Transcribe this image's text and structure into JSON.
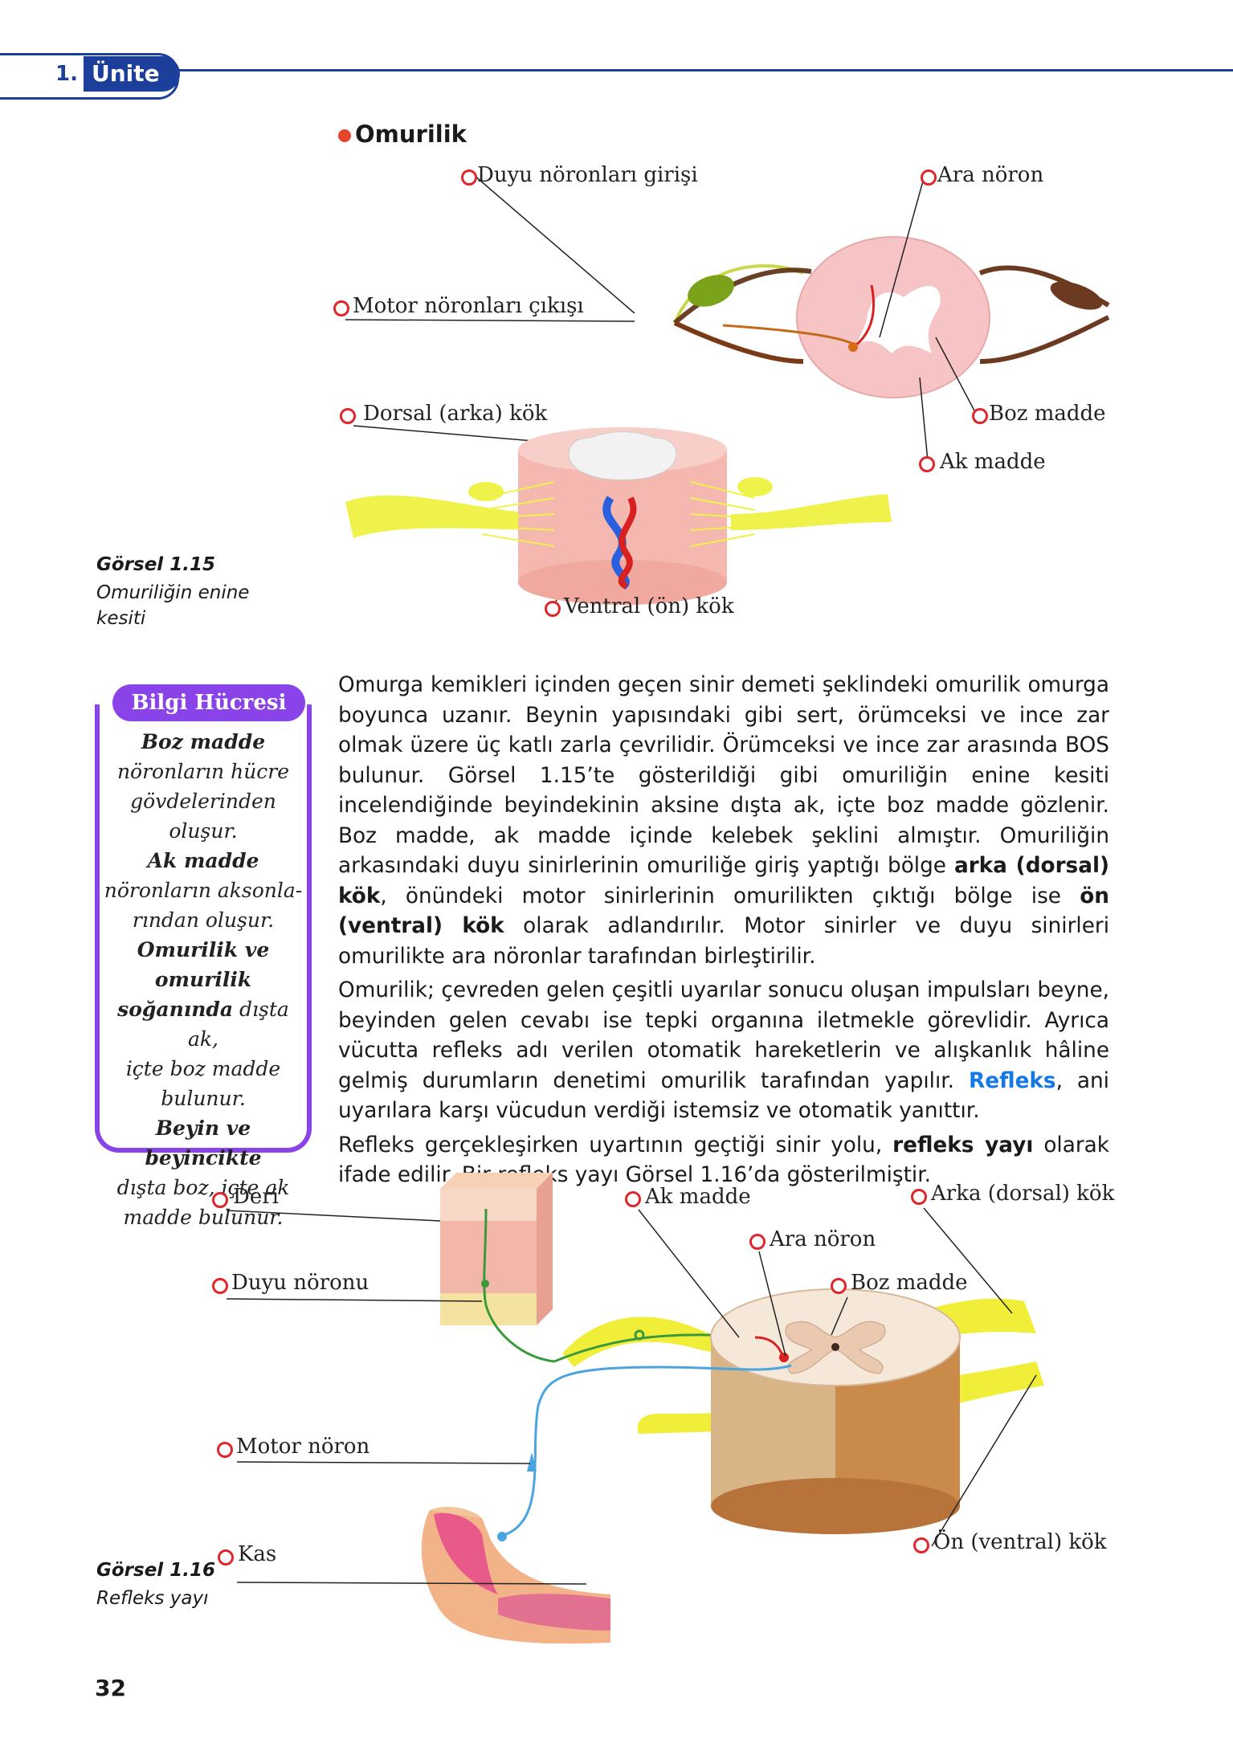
{
  "header": {
    "unit_number": "1.",
    "unit_name": "Ünite"
  },
  "section": {
    "title": "Omurilik"
  },
  "figure1": {
    "labels": {
      "sensory_input": "Duyu nöronları girişi",
      "interneuron": "Ara nöron",
      "motor_output": "Motor nöronları çıkışı",
      "dorsal_root": "Dorsal (arka) kök",
      "gray_matter": "Boz madde",
      "white_matter": "Ak madde",
      "ventral_root": "Ventral (ön) kök"
    },
    "caption_title": "Görsel 1.15",
    "caption_line1": "Omuriliğin enine",
    "caption_line2": "kesiti"
  },
  "info": {
    "heading": "Bilgi Hücresi",
    "b1": "Boz madde",
    "t1a": "nöronların hücre",
    "t1b": "gövdelerinden",
    "t1c": "oluşur.",
    "b2": "Ak madde",
    "t2a": "nöronların aksonla-",
    "t2b": "rından oluşur.",
    "b3a": "Omurilik ve omurilik",
    "b3b": "soğanında",
    "t3a": " dışta ak,",
    "t3b": "içte boz madde",
    "t3c": "bulunur.",
    "b4": "Beyin ve beyincikte",
    "t4a": "dışta boz, içte ak",
    "t4b": "madde bulunur."
  },
  "main": {
    "p1a": "Omurga kemikleri içinden geçen sinir demeti şeklindeki omurilik omurga boyunca uzanır. Beynin yapısındaki gibi sert, örümceksi ve ince zar olmak üzere üç katlı zarla çevrilidir. Örümceksi ve ince zar arasında BOS bulunur. Görsel 1.15’te gösterildiği gibi omuriliğin enine kesiti incelendiğinde beyindekinin aksine dışta ak, içte boz madde gözlenir. Boz madde, ak madde içinde kelebek şeklini almıştır. Omuriliğin arkasındaki duyu sinirlerinin omuriliğe giriş yaptığı bölge ",
    "p1b": "arka (dorsal) kök",
    "p1c": ", önündeki motor sinirlerinin omurilikten çıktığı bölge ise ",
    "p1d": "ön (ventral) kök",
    "p1e": " olarak adlandırılır. Motor sinirler ve duyu sinirleri omurilikte ara nöronlar tarafından birleştirilir.",
    "p2a": "Omurilik; çevreden gelen çeşitli uyarılar sonucu oluşan impulsları beyne, beyinden gelen cevabı ise tepki organına iletmekle görevlidir. Ayrıca vücutta refleks adı verilen otomatik hareketlerin ve alışkanlık hâline gelmiş durumların denetimi omurilik tarafından yapılır. ",
    "p2b": "Refleks",
    "p2c": ", ani uyarılara karşı vücudun verdiği istemsiz ve otomatik yanıttır.",
    "p3a": "Refleks gerçekleşirken uyartının geçtiği sinir yolu, ",
    "p3b": "refleks yayı",
    "p3c": " olarak ifade edilir. Bir refleks yayı Görsel 1.16’da gösterilmiştir."
  },
  "figure2": {
    "labels": {
      "skin": "Deri",
      "white_matter": "Ak madde",
      "dorsal_root": "Arka (dorsal) kök",
      "interneuron": "Ara nöron",
      "sensory_neuron": "Duyu nöronu",
      "gray_matter": "Boz madde",
      "motor_neuron": "Motor nöron",
      "ventral_root": "Ön (ventral) kök",
      "muscle": "Kas"
    },
    "caption_title": "Görsel 1.16",
    "caption_sub": "Refleks yayı"
  },
  "page_number": "32",
  "colors": {
    "header_blue": "#1d3f9c",
    "accent_red": "#e5452b",
    "info_purple": "#8a43e8",
    "link_blue": "#1479e6"
  }
}
